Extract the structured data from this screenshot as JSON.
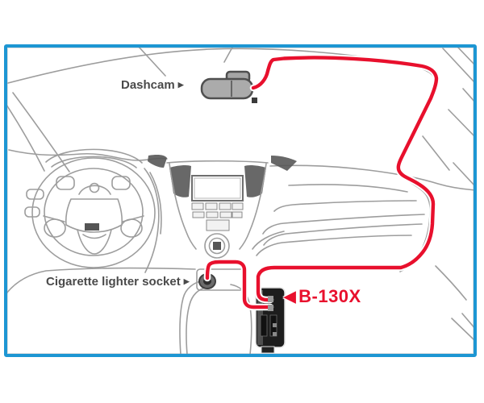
{
  "labels": {
    "dashcam": {
      "text": "Dashcam",
      "arrow": "▶"
    },
    "socket": {
      "text": "Cigarette lighter socket",
      "arrow": "▶"
    },
    "device": {
      "arrow": "◀",
      "text": "B-130X"
    }
  },
  "colors": {
    "frame-blue": "#1d96d3",
    "cable-red": "#e8102d",
    "sketch-gray": "#9d9d9d",
    "label-gray": "#4a4a4a"
  }
}
